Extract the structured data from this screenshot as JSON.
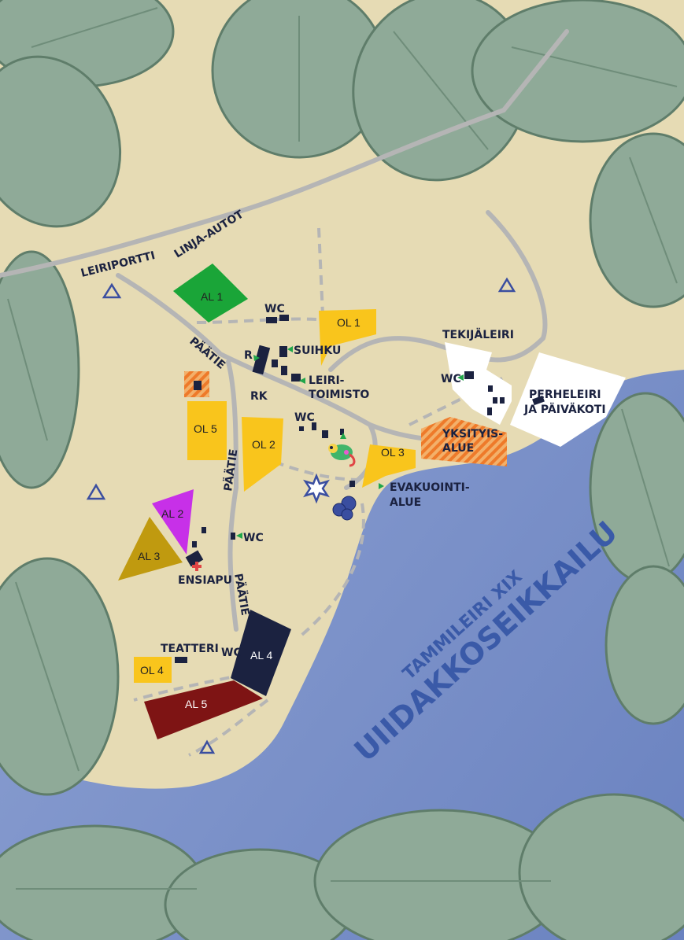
{
  "colors": {
    "land": "#e6dbb4",
    "water": "#7f95c9",
    "road": "#b5b5b5",
    "foliage": "#8faa98",
    "foliage_dark": "#5f7d6a",
    "building": "#1b2240",
    "accent": "#20a64a",
    "title": "#3a5aa8"
  },
  "roads": {
    "leiriportti": "LEIRIPORTTI",
    "linja_autot": "LINJA-AUTOT",
    "paatie_1": "PÄÄTIE",
    "paatie_2": "PÄÄTIE",
    "paatie_3": "PÄÄTIE"
  },
  "areas": {
    "al1": {
      "label": "AL 1",
      "color": "#1aa538"
    },
    "al2": {
      "label": "AL 2",
      "color": "#c730e8"
    },
    "al3": {
      "label": "AL 3",
      "color": "#c09a0f"
    },
    "al4": {
      "label": "AL 4",
      "color": "#1b2240"
    },
    "al5": {
      "label": "AL 5",
      "color": "#7e1414"
    },
    "ol1": {
      "label": "OL 1",
      "color": "#f9c51c"
    },
    "ol2": {
      "label": "OL 2",
      "color": "#f9c51c"
    },
    "ol3": {
      "label": "OL 3",
      "color": "#f9c51c"
    },
    "ol4": {
      "label": "OL 4",
      "color": "#f9c51c"
    },
    "ol5": {
      "label": "OL 5",
      "color": "#f9c51c"
    }
  },
  "places": {
    "wc_1": "WC",
    "wc_2": "WC",
    "wc_3": "WC",
    "wc_4": "WC",
    "wc_5": "WC",
    "suihku": "SUIHKU",
    "r": "R",
    "rk": "RK",
    "leiritoimisto_1": "LEIRI-",
    "leiritoimisto_2": "TOIMISTO",
    "tekijaleiri": "TEKIJÄLEIRI",
    "perheleiri_1": "PERHELEIRI",
    "perheleiri_2": "JA PÄIVÄKOTI",
    "yksityisalue_1": "YKSITYIS-",
    "yksityisalue_2": "ALUE",
    "evakuointi_1": "EVAKUOINTI-",
    "evakuointi_2": "ALUE",
    "ensiapu": "ENSIAPU",
    "teatteri": "TEATTERI"
  },
  "title": {
    "line1": "TAMMILEIRI XIX",
    "line2": "UIIDAKKOSEIKKAILU"
  },
  "icons": [
    "chameleon-icon",
    "star-icon",
    "blueberry-icon",
    "tent-icon",
    "first-aid-cross-icon",
    "direction-arrow-icon"
  ]
}
